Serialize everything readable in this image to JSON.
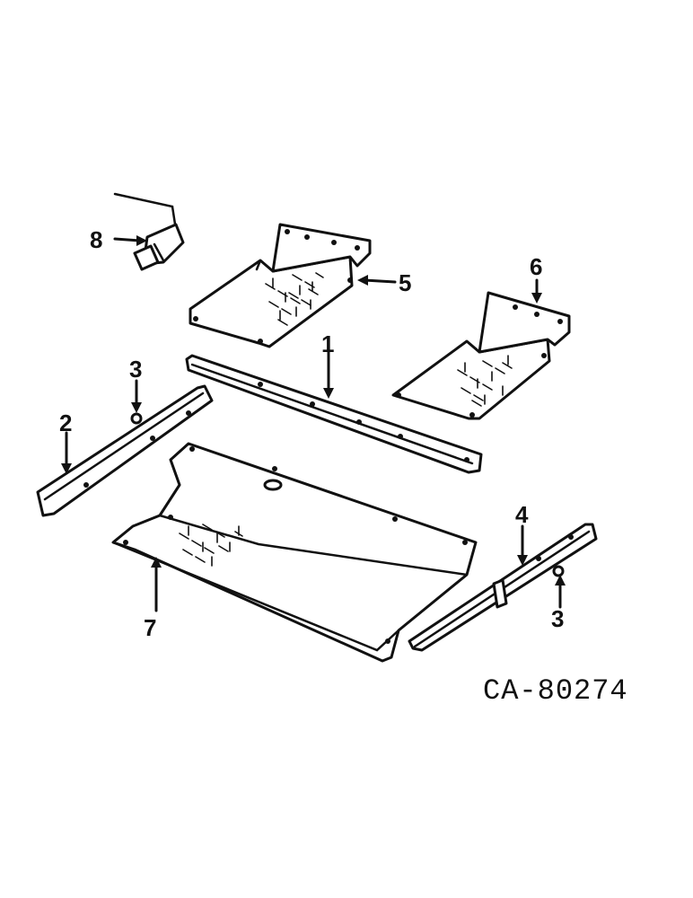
{
  "diagram": {
    "drawing_number": "CA-80274",
    "callouts": {
      "c1": "1",
      "c2": "2",
      "c3a": "3",
      "c3b": "3",
      "c4": "4",
      "c5": "5",
      "c6": "6",
      "c7": "7",
      "c8": "8"
    }
  }
}
